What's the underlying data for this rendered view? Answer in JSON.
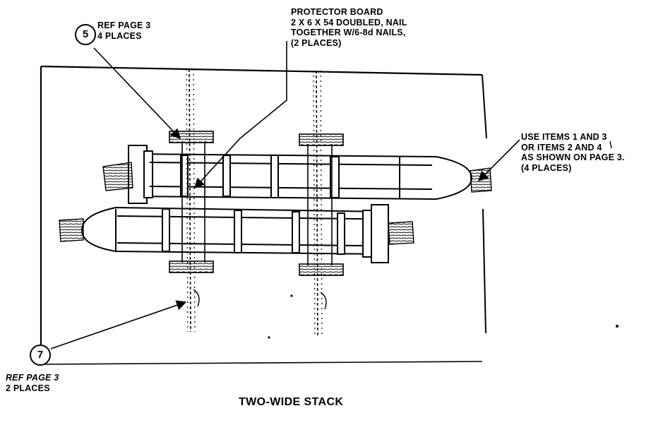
{
  "callouts": {
    "ref5": {
      "number": "5",
      "lines": [
        "REF PAGE 3",
        "4 PLACES"
      ]
    },
    "ref7": {
      "number": "7",
      "lines": [
        "REF PAGE 3",
        "2 PLACES"
      ]
    },
    "protector": {
      "lines": [
        "PROTECTOR BOARD",
        "2 X 6 X 54 DOUBLED, NAIL",
        "TOGETHER W/6-8d NAILS,",
        "(2 PLACES)"
      ]
    },
    "items": {
      "lines": [
        "USE ITEMS 1 AND 3",
        "OR ITEMS 2 AND 4",
        "AS SHOWN ON PAGE 3.",
        "(4 PLACES)"
      ]
    }
  },
  "caption": "TWO-WIDE STACK"
}
